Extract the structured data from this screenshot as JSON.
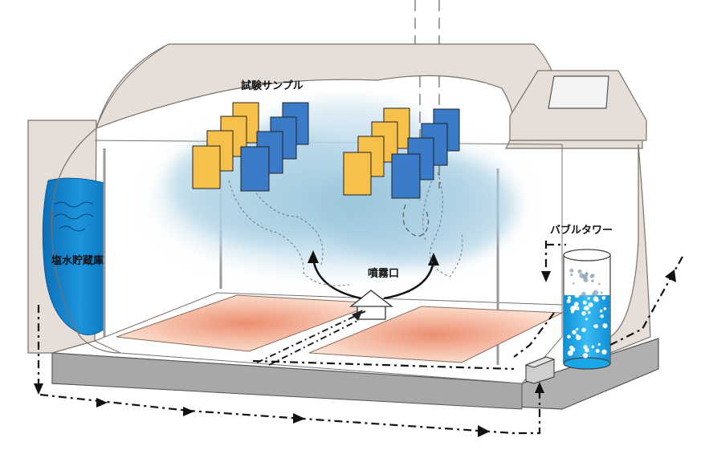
{
  "labels": {
    "test_samples": "試験サンプル",
    "salt_tank": "塩水貯蔵庫",
    "bubble_tower": "バブルタワー",
    "spray_nozzle": "噴霧口"
  },
  "colors": {
    "chamber_shell": "#e6dfd9",
    "chamber_outline": "#7a7068",
    "base_plate": "#b3b3b3",
    "salt_water": "#1b8fd8",
    "fog_cloud": "#a9cfe2",
    "sample_yellow": "#f7c04a",
    "sample_blue": "#3a7bc8",
    "heater_center": "#ef9d80",
    "heater_edge": "#fbe3d6",
    "tower_water": "#17a6e8"
  }
}
